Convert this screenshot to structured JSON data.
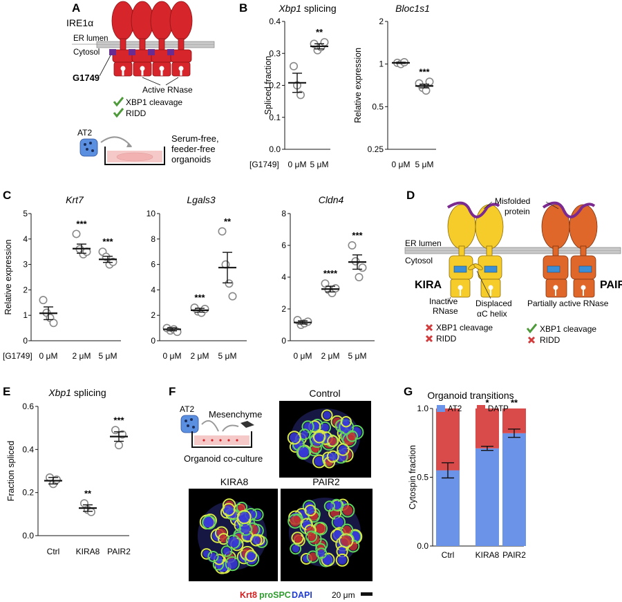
{
  "panel_letters": {
    "A": "A",
    "B": "B",
    "C": "C",
    "D": "D",
    "E": "E",
    "F": "F",
    "G": "G"
  },
  "panel_a": {
    "protein": "IRE1α",
    "er_lumen": "ER lumen",
    "cytosol": "Cytosol",
    "compound": "G1749",
    "active_rnase": "Active RNase",
    "check1": "XBP1 cleavage",
    "check2": "RIDD",
    "cell": "AT2",
    "organoid_l1": "Serum-free,",
    "organoid_l2": "feeder-free",
    "organoid_l3": "organoids",
    "colors": {
      "protein": "#d6252b",
      "membrane": "#bdbdbd",
      "kinase_box": "#6b2c91",
      "check": "#4e9a3a",
      "dish": "#f6c9c9",
      "cell": "#5b8fe0"
    }
  },
  "panel_d": {
    "misfolded_l1": "Misfolded",
    "misfolded_l2": "protein",
    "er_lumen": "ER lumen",
    "cytosol": "Cytosol",
    "kira": "KIRA",
    "pair": "PAIR",
    "inactive_l1": "Inactive",
    "inactive_l2": "RNase",
    "displaced_l1": "Displaced",
    "displaced_l2": "αC helix",
    "partial": "Partially active RNase",
    "kira_x1": "XBP1 cleavage",
    "kira_x2": "RIDD",
    "pair_c1": "XBP1 cleavage",
    "pair_x2": "RIDD",
    "colors": {
      "kira": "#f5cc2a",
      "pair": "#e0672a",
      "misfold": "#7b2a8f",
      "blue": "#3a8fd6",
      "cross": "#d23b3b",
      "check": "#4e9a3a"
    }
  },
  "panel_f": {
    "cell": "AT2",
    "mesenchyme": "Mesenchyme",
    "coculture": "Organoid co-culture",
    "control": "Control",
    "kira8": "KIRA8",
    "pair2": "PAIR2",
    "legend_krt8": "Krt8",
    "legend_prospc": "proSPC",
    "legend_dapi": "DAPI",
    "scale": "20 μm"
  },
  "chart_data": [
    {
      "id": "B1",
      "type": "scatter",
      "title": "Xbp1 splicing",
      "title_italic_part": "Xbp1",
      "title_rest": " splicing",
      "ylabel": "Spliced fraction",
      "ylim": [
        0,
        0.4
      ],
      "yticks": [
        "0.0",
        "0.1",
        "0.2",
        "0.3",
        "0.4"
      ],
      "row_label": "[G1749]",
      "categories": [
        "0 μM",
        "5 μM"
      ],
      "points": [
        [
          0.26,
          0.2,
          0.17
        ],
        [
          0.33,
          0.31,
          0.32,
          0.335
        ]
      ],
      "means": [
        0.208,
        0.322
      ],
      "sem": [
        0.03,
        0.008
      ],
      "significance": [
        "",
        "**"
      ]
    },
    {
      "id": "B2",
      "type": "scatter",
      "log": true,
      "title": "Bloc1s1",
      "ylabel": "Relative expression",
      "ylim": [
        0.25,
        2
      ],
      "yticks": [
        "0.25",
        "0.5",
        "1",
        "2"
      ],
      "categories": [
        "0 μM",
        "5 μM"
      ],
      "points": [
        [
          1.02,
          1.0,
          1.03
        ],
        [
          0.73,
          0.68,
          0.65,
          0.75
        ]
      ],
      "means": [
        1.02,
        0.7
      ],
      "sem": [
        0.01,
        0.03
      ],
      "significance": [
        "",
        "***"
      ]
    },
    {
      "id": "C1",
      "type": "scatter",
      "title": "Krt7",
      "ylabel": "Relative expression",
      "ylim": [
        0,
        5
      ],
      "yticks": [
        "0",
        "1",
        "2",
        "3",
        "4",
        "5"
      ],
      "row_label": "[G1749]",
      "categories": [
        "0 μM",
        "2 μM",
        "5 μM"
      ],
      "points": [
        [
          1.6,
          1.1,
          0.9,
          0.7
        ],
        [
          4.2,
          3.6,
          3.4,
          3.5
        ],
        [
          3.5,
          3.3,
          3.0,
          3.1
        ]
      ],
      "means": [
        1.08,
        3.62,
        3.2
      ],
      "sem": [
        0.25,
        0.18,
        0.12
      ],
      "significance": [
        "",
        "***",
        "***"
      ]
    },
    {
      "id": "C2",
      "type": "scatter",
      "title": "Lgals3",
      "ylim": [
        0,
        10
      ],
      "yticks": [
        "0",
        "2",
        "4",
        "6",
        "8",
        "10"
      ],
      "categories": [
        "0 μM",
        "2 μM",
        "5 μM"
      ],
      "points": [
        [
          1.0,
          0.8,
          0.9,
          0.7
        ],
        [
          2.6,
          2.3,
          2.2,
          2.5
        ],
        [
          8.6,
          6.0,
          4.5,
          3.5
        ]
      ],
      "means": [
        0.9,
        2.4,
        5.75
      ],
      "sem": [
        0.12,
        0.15,
        1.2
      ],
      "significance": [
        "",
        "***",
        "**"
      ]
    },
    {
      "id": "C3",
      "type": "scatter",
      "title": "Cldn4",
      "ylim": [
        0,
        8
      ],
      "yticks": [
        "0",
        "2",
        "4",
        "6",
        "8"
      ],
      "categories": [
        "0 μM",
        "2 μM",
        "5 μM"
      ],
      "points": [
        [
          1.3,
          1.0,
          1.1,
          1.2
        ],
        [
          3.6,
          3.2,
          3.0,
          3.3
        ],
        [
          6.0,
          5.0,
          4.0,
          4.6
        ]
      ],
      "means": [
        1.15,
        3.25,
        4.95
      ],
      "sem": [
        0.1,
        0.18,
        0.45
      ],
      "significance": [
        "",
        "****",
        "***"
      ]
    },
    {
      "id": "E",
      "type": "scatter",
      "title": "Xbp1 splicing",
      "title_italic_part": "Xbp1",
      "title_rest": " splicing",
      "ylabel": "Fraction spliced",
      "ylim": [
        0,
        0.6
      ],
      "yticks": [
        "0.0",
        "0.2",
        "0.4",
        "0.6"
      ],
      "categories": [
        "Ctrl",
        "KIRA8",
        "PAIR2"
      ],
      "points": [
        [
          0.27,
          0.24,
          0.26
        ],
        [
          0.15,
          0.12,
          0.11
        ],
        [
          0.49,
          0.42,
          0.47
        ]
      ],
      "means": [
        0.255,
        0.128,
        0.46
      ],
      "sem": [
        0.015,
        0.015,
        0.022
      ],
      "significance": [
        "",
        "**",
        "***"
      ]
    },
    {
      "id": "G",
      "type": "bar",
      "stacked": true,
      "title": "Organoid transitions",
      "ylabel": "Cytospin fraction",
      "ylim": [
        0,
        1
      ],
      "yticks": [
        "0.0",
        "0.5",
        "1.0"
      ],
      "categories": [
        "Ctrl",
        "KIRA8",
        "PAIR2"
      ],
      "series": [
        {
          "name": "AT2",
          "values": [
            0.55,
            0.71,
            0.82
          ],
          "color": "#6b93e8"
        },
        {
          "name": "DATP",
          "values": [
            0.45,
            0.29,
            0.18
          ],
          "color": "#d94a4a"
        }
      ],
      "err": [
        0.055,
        0.015,
        0.03
      ],
      "significance": [
        "",
        "*",
        "**"
      ]
    }
  ]
}
